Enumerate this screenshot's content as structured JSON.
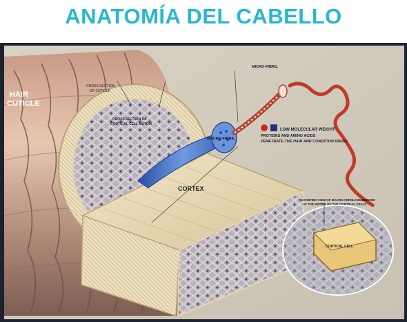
{
  "title": "ANATOMÍA DEL CABELLO",
  "labels": {
    "hair_cuticle_1": "HAIR",
    "hair_cuticle_2": "CUTICLE",
    "cortex": "CORTEX",
    "macro_fibril": "MACRO-FIBRIL",
    "micro_fibril": "MICRO-FIBRIL",
    "cortical_cell": "CORTICAL CELL",
    "cross_section_cuticle_1": "CROSS SECTION",
    "cross_section_cuticle_2": "OF CUTICLE",
    "cross_section_cortical_1": "CROSS SECTION OF",
    "cross_section_cortical_2": "CORTICAL CELL MATRIX",
    "molecular_1": "LOW MOLECULAR WEIGHT",
    "molecular_2": "PROTEINS AND AMINO ACIDS",
    "molecular_3": "PENETRATE THE HAIR AND CONDITION INSIDE",
    "magnified_1": "MAGNIFIED VIEW OF MACRO-FIBRILS EMBEDDED",
    "magnified_2": "IN THE MATRIX OF THE CORTICAL CELLS"
  },
  "colors": {
    "title": "#27b8cf",
    "fibril_blue": "#4a78c8",
    "protein_red": "#c82a22",
    "amino_blue": "#27307a",
    "hair_tan": "#e6d6b0"
  }
}
